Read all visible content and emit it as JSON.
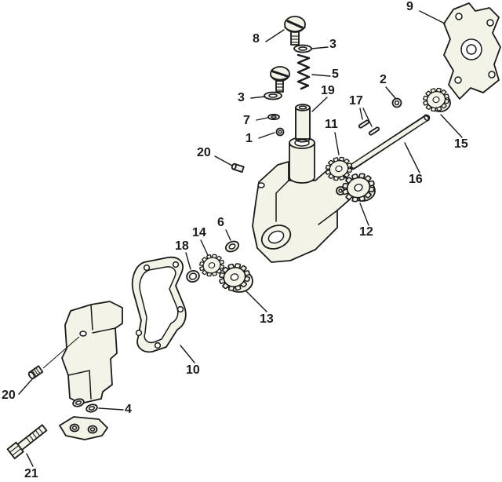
{
  "diagram": {
    "kind": "exploded-parts-diagram",
    "colors": {
      "background": "#ffffff",
      "line": "#1a1a1a",
      "fill": "#f4f3e8"
    },
    "labels": [
      {
        "text": "8"
      },
      {
        "text": "3"
      },
      {
        "text": "5"
      },
      {
        "text": "3"
      },
      {
        "text": "19"
      },
      {
        "text": "7"
      },
      {
        "text": "1"
      },
      {
        "text": "2"
      },
      {
        "text": "17"
      },
      {
        "text": "11"
      },
      {
        "text": "9"
      },
      {
        "text": "15"
      },
      {
        "text": "16"
      },
      {
        "text": "20"
      },
      {
        "text": "12"
      },
      {
        "text": "6"
      },
      {
        "text": "14"
      },
      {
        "text": "18"
      },
      {
        "text": "13"
      },
      {
        "text": "10"
      },
      {
        "text": "20"
      },
      {
        "text": "4"
      },
      {
        "text": "21"
      }
    ]
  }
}
